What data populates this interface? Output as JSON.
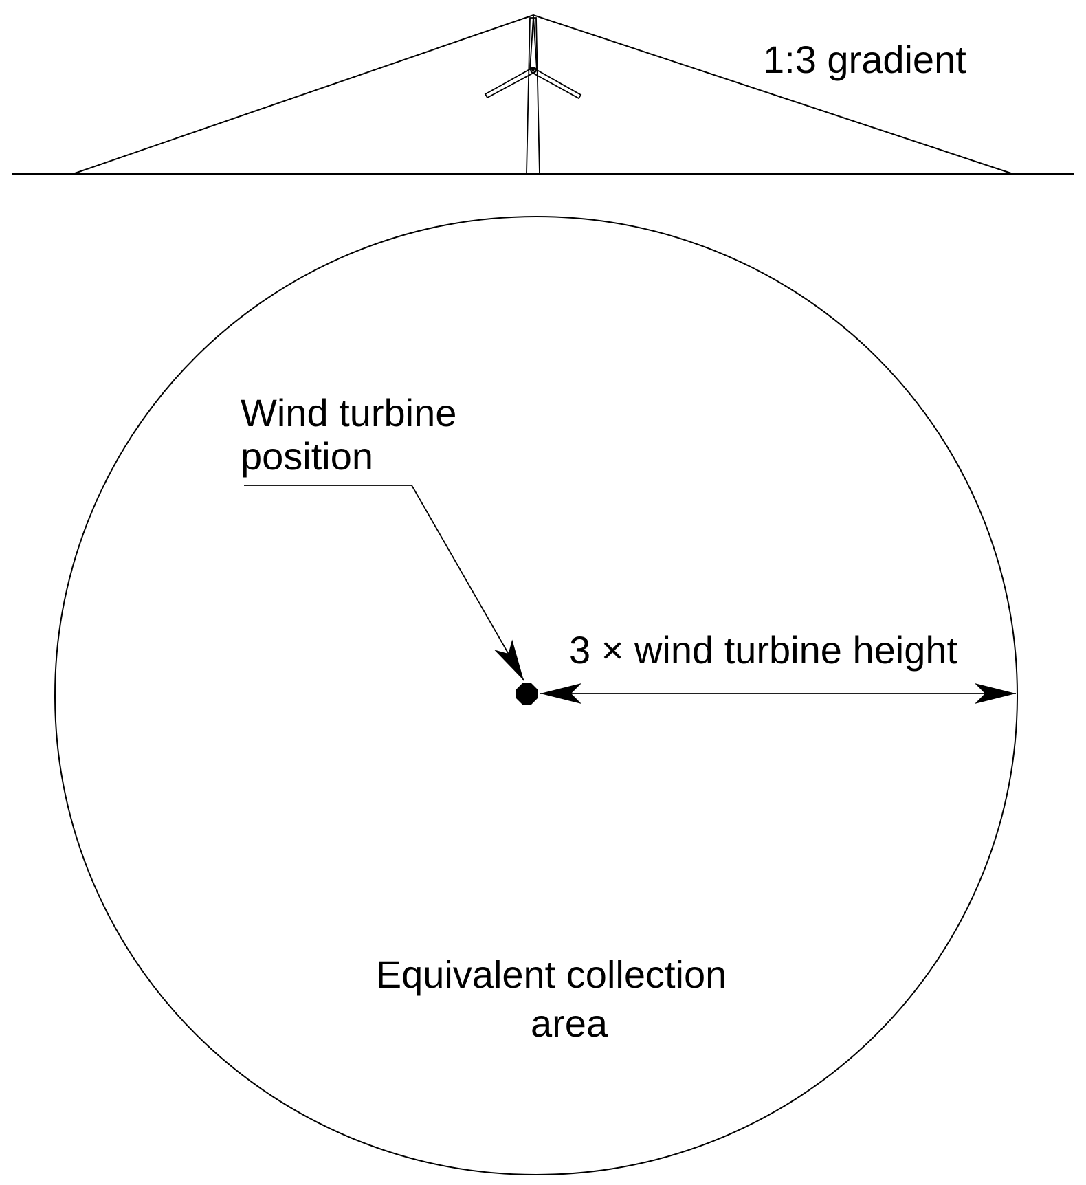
{
  "labels": {
    "gradient": "1:3 gradient",
    "turbine_position_line1": "Wind turbine",
    "turbine_position_line2": "position",
    "radius": "3 × wind turbine height",
    "area_line1": "Equivalent collection",
    "area_line2": "area"
  },
  "colors": {
    "stroke": "#000000",
    "background": "#ffffff"
  }
}
